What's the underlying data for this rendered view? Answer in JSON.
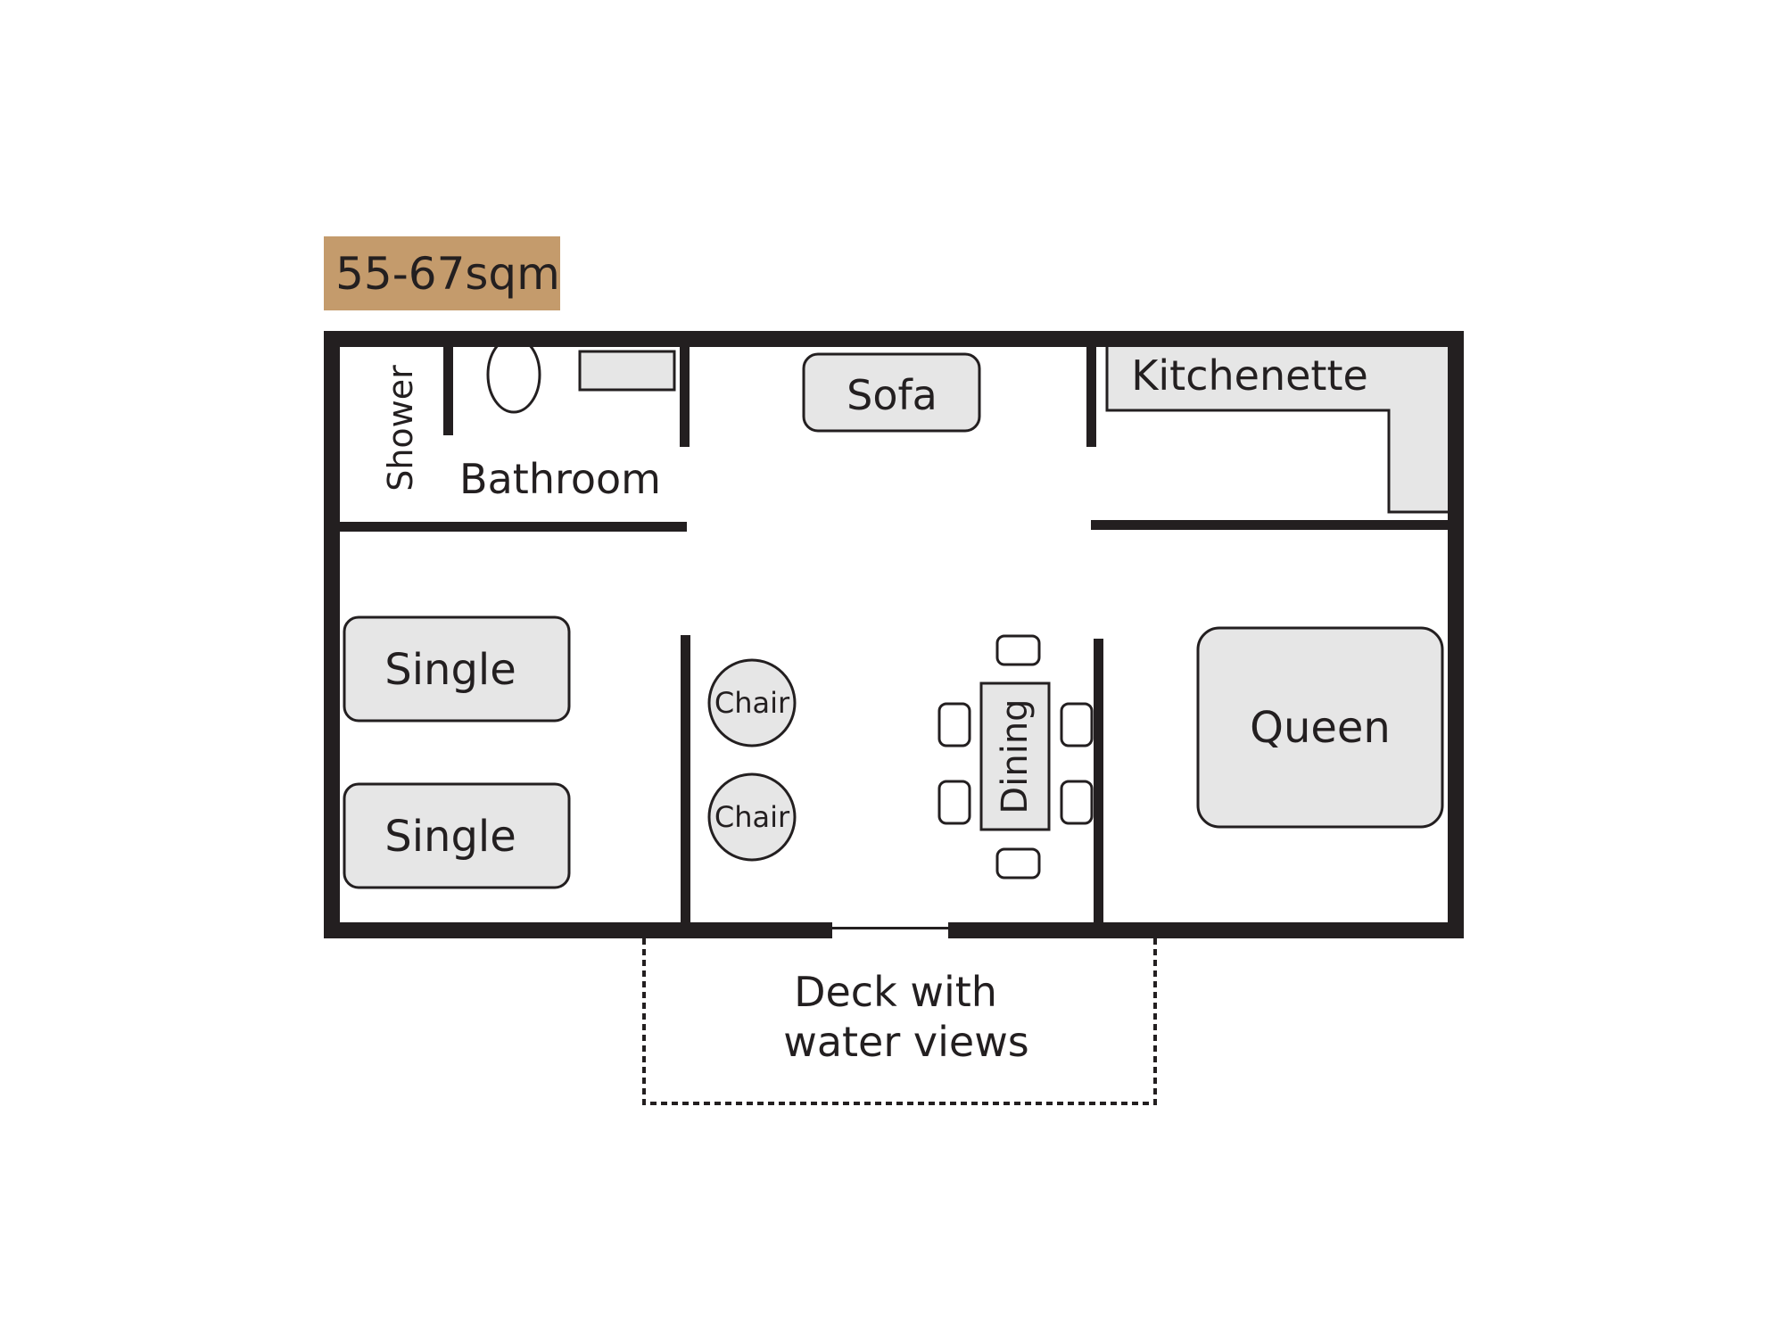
{
  "area_badge": {
    "text": "55-67sqm",
    "color": "#c49b6c"
  },
  "colors": {
    "wall": "#231f20",
    "furniture_fill": "#e6e6e6",
    "background": "#ffffff"
  },
  "rooms": {
    "shower": "Shower",
    "bathroom": "Bathroom",
    "kitchenette": "Kitchenette"
  },
  "furniture": {
    "sofa": "Sofa",
    "single_1": "Single",
    "single_2": "Single",
    "chair_1": "Chair",
    "chair_2": "Chair",
    "dining": "Dining",
    "queen": "Queen"
  },
  "deck": {
    "line1": "Deck with",
    "line2": "water views"
  }
}
